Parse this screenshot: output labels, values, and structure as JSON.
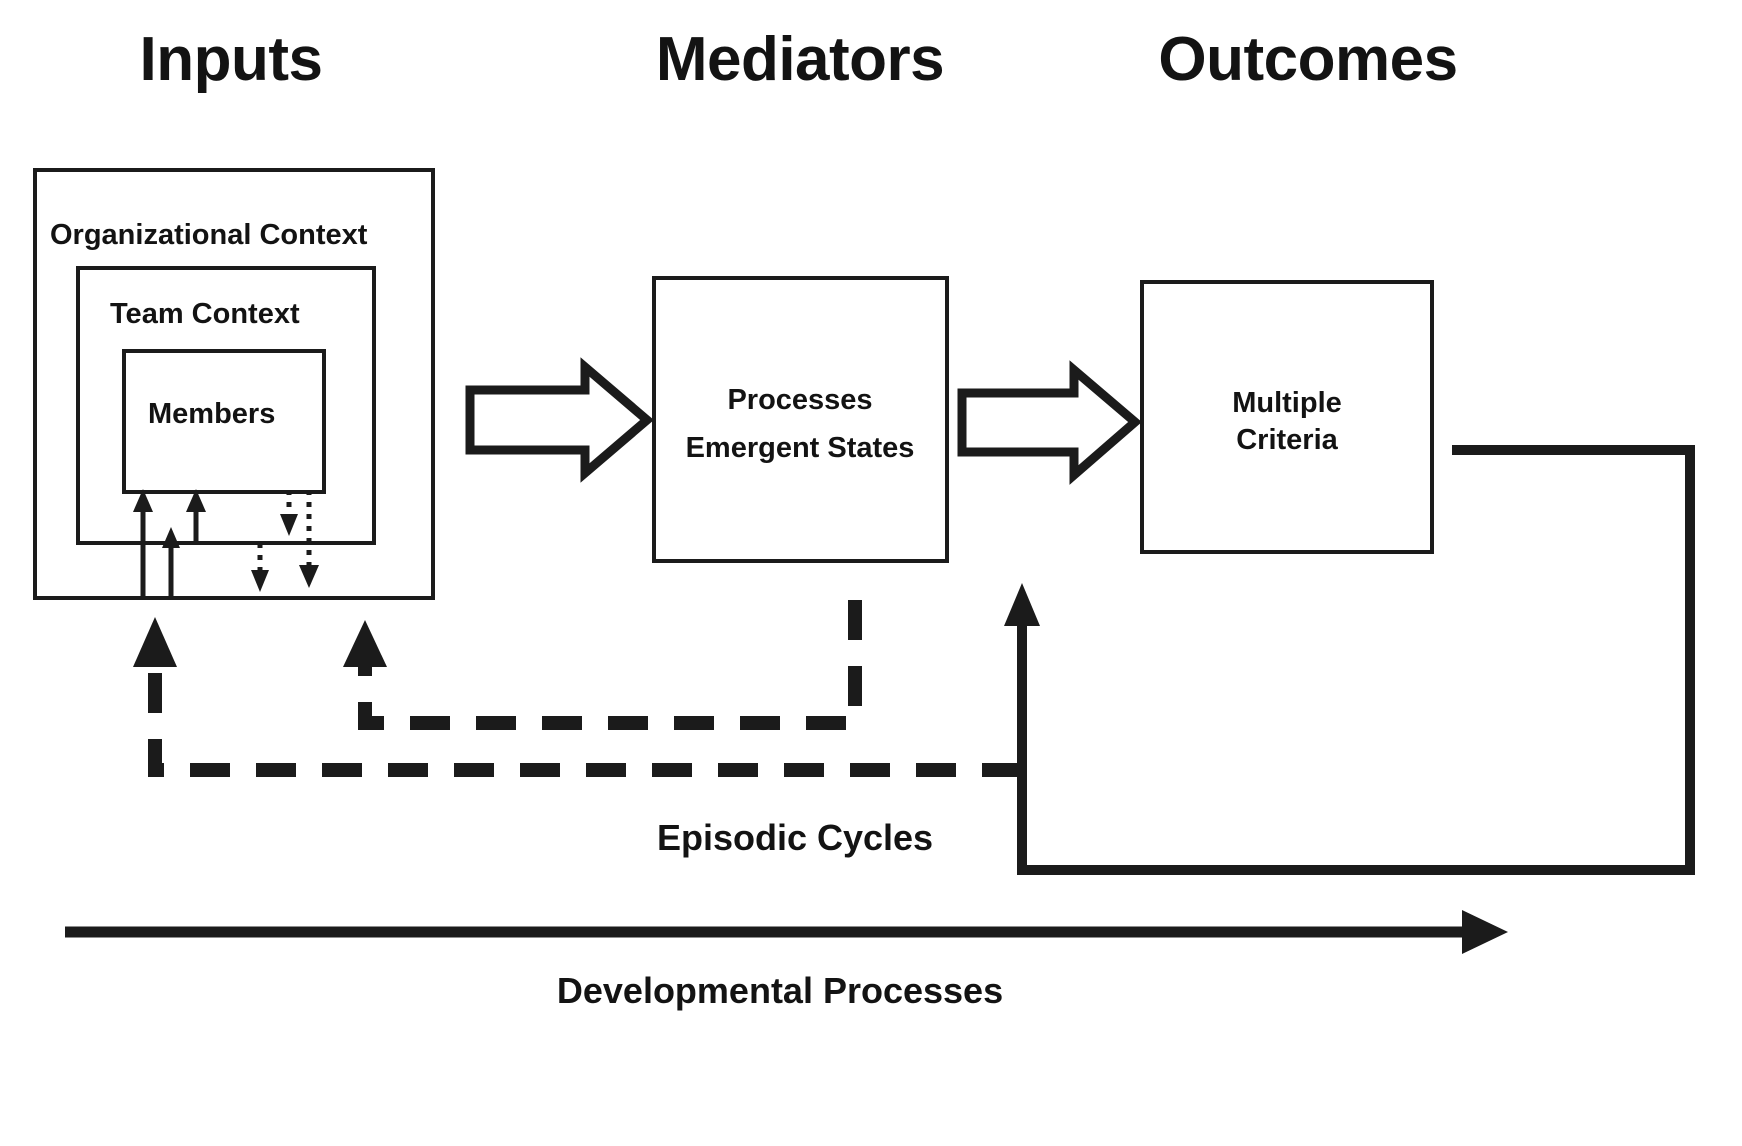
{
  "figure": {
    "columns": [
      {
        "key": "inputs",
        "label": "Inputs"
      },
      {
        "key": "mediators",
        "label": "Mediators"
      },
      {
        "key": "outcomes",
        "label": "Outcomes"
      }
    ],
    "boxes": {
      "organizational_context": "Organizational Context",
      "team_context": "Team Context",
      "members": "Members",
      "processes": "Processes",
      "emergent_states": "Emergent States",
      "multiple_criteria_line1": "Multiple",
      "multiple_criteria_line2": "Criteria"
    },
    "captions": {
      "episodic_cycles": "Episodic Cycles",
      "developmental_processes": "Developmental Processes"
    },
    "colors": {
      "ink": "#1b1b1b",
      "background": "#ffffff"
    },
    "connectors": [
      {
        "name": "inputs-to-mediators",
        "style": "hollow-block-arrow",
        "direction": "right"
      },
      {
        "name": "mediators-to-outcomes",
        "style": "hollow-block-arrow",
        "direction": "right"
      },
      {
        "name": "outcomes-to-mediators-feedback",
        "style": "solid-line",
        "direction": "up"
      },
      {
        "name": "mediators-to-inputs-feedback",
        "style": "dashed-line",
        "direction": "up"
      },
      {
        "name": "outcomes-to-inputs-feedback",
        "style": "dashed-line",
        "direction": "up"
      },
      {
        "name": "bottom-developmental-axis",
        "style": "solid-arrow",
        "direction": "right"
      }
    ]
  }
}
